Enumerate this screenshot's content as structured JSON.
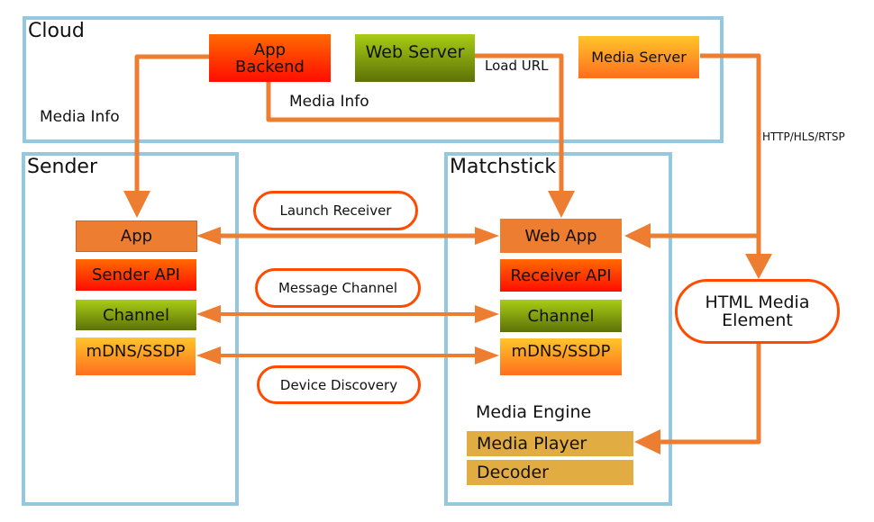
{
  "groups": {
    "cloud": "Cloud",
    "sender": "Sender",
    "matchstick": "Matchstick"
  },
  "cloud": {
    "app_backend": "App\nBackend",
    "web_server": "Web Server",
    "media_server": "Media Server"
  },
  "sender": {
    "app": "App",
    "sender_api": "Sender API",
    "channel": "Channel",
    "discovery": "mDNS/SSDP"
  },
  "matchstick": {
    "web_app": "Web App",
    "receiver_api": "Receiver API",
    "channel": "Channel",
    "discovery": "mDNS/SSDP",
    "media_engine_label": "Media Engine",
    "media_player": "Media Player",
    "decoder": "Decoder"
  },
  "html_media_element": "HTML Media\nElement",
  "protocols": {
    "launch_receiver": "Launch Receiver",
    "message_channel": "Message Channel",
    "device_discovery": "Device Discovery"
  },
  "edge_labels": {
    "media_info_sender": "Media Info",
    "media_info_receiver": "Media Info",
    "load_url": "Load URL",
    "streaming": "HTTP/HLS/RTSP"
  },
  "colors": {
    "connector": "#ed7d31",
    "group_border": "#93c8df",
    "pill_border": "#ff4a00"
  }
}
